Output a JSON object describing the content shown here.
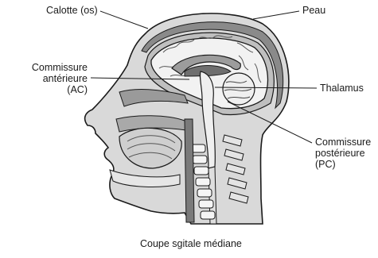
{
  "labels": {
    "calotte": "Calotte (os)",
    "peau": "Peau",
    "commissure_anterieure": [
      "Commissure",
      "antérieure",
      "(AC)"
    ],
    "thalamus": "Thalamus",
    "commissure_posterieure": [
      "Commissure",
      "postérieure",
      "(PC)"
    ]
  },
  "caption": "Coupe sgitale médiane"
}
